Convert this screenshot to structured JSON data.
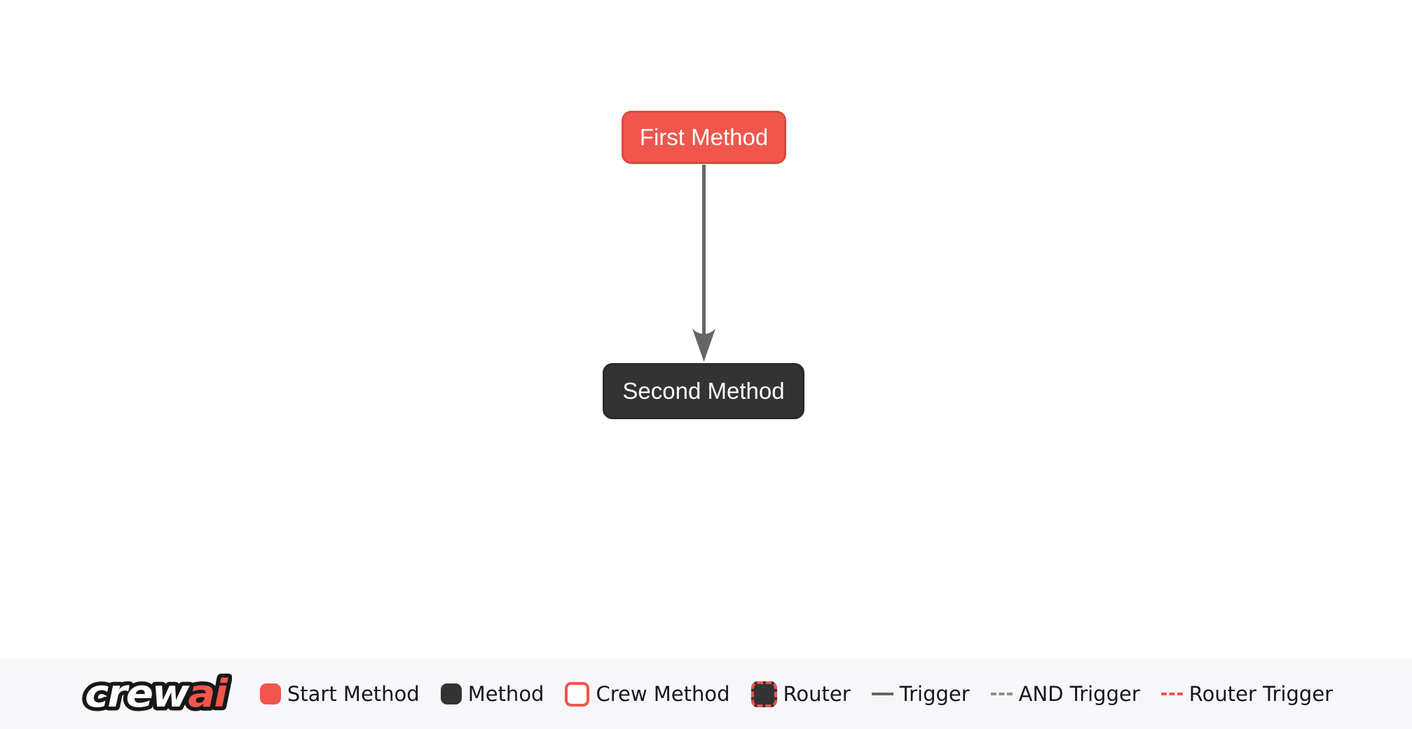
{
  "canvas": {
    "nodes": [
      {
        "id": "first_method",
        "label": "First Method",
        "type": "start-method",
        "fill": "#F0564C",
        "border": "#DC4840",
        "text_color": "#ffffff"
      },
      {
        "id": "second_method",
        "label": "Second Method",
        "type": "method",
        "fill": "#333333",
        "border": "#2A2A2A",
        "text_color": "#ffffff"
      }
    ],
    "edges": [
      {
        "from": "first_method",
        "to": "second_method",
        "type": "trigger",
        "color": "#666666"
      }
    ]
  },
  "footer": {
    "logo": {
      "crew": "crew",
      "ai": "ai",
      "ai_color": "#F0564C"
    },
    "legend": [
      {
        "label": "Start Method",
        "swatch": "start-box"
      },
      {
        "label": "Method",
        "swatch": "method-box"
      },
      {
        "label": "Crew Method",
        "swatch": "crew-box"
      },
      {
        "label": "Router",
        "swatch": "router-box"
      },
      {
        "label": "Trigger",
        "swatch": "solid-line"
      },
      {
        "label": "AND Trigger",
        "swatch": "dashed-line"
      },
      {
        "label": "Router Trigger",
        "swatch": "red-dashed-line"
      }
    ]
  },
  "colors": {
    "background": "#ffffff",
    "footer_background": "#f7f7f9",
    "start_method": "#F0564C",
    "method": "#333333",
    "edge": "#666666",
    "and_edge": "#8f8f8f",
    "router_edge": "#F0564C",
    "legend_text": "#15171c"
  }
}
